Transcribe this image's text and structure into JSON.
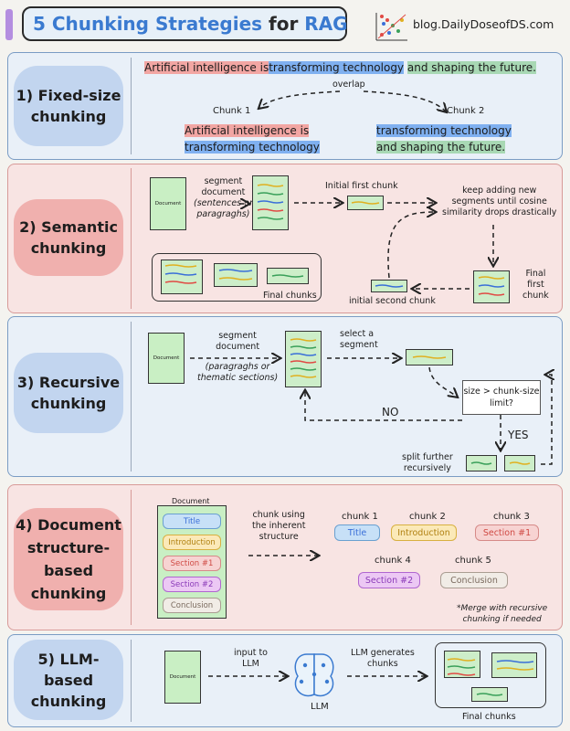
{
  "header": {
    "title_main": "5 Chunking Strategies",
    "title_for": "for",
    "title_rag": "RAG",
    "site": "blog.DailyDoseofDS.com"
  },
  "s1": {
    "pill": "1) Fixed-size chunking",
    "sent_a": "Artificial intelligence is",
    "sent_b": "transforming technology",
    "sent_c": "and shaping the future.",
    "overlap": "overlap",
    "c1": "Chunk 1",
    "c2": "Chunk 2",
    "c1_l1": "Artificial intelligence is",
    "c1_l2": "transforming technology",
    "c2_l1": "transforming technology",
    "c2_l2": "and shaping the future."
  },
  "s2": {
    "pill": "2) Semantic chunking",
    "doc": "Document",
    "seg1": "segment",
    "seg2": "document",
    "seg3": "(sentences or",
    "seg4": "paragraghs)",
    "initial": "Initial first chunk",
    "keep1": "keep adding new",
    "keep2": "segments until cosine",
    "keep3": "similarity drops drastically",
    "final1": "Final",
    "final2": "first",
    "final3": "chunk",
    "second": "initial second chunk",
    "finals": "Final chunks"
  },
  "s3": {
    "pill": "3) Recursive chunking",
    "doc": "Document",
    "seg1": "segment",
    "seg2": "document",
    "seg3": "(paragraghs or",
    "seg4": "thematic sections)",
    "sel1": "select a",
    "sel2": "segment",
    "cond1": "size > chunk-size",
    "cond2": "limit?",
    "no": "NO",
    "yes": "YES",
    "split1": "split further",
    "split2": "recursively"
  },
  "s4": {
    "pill": "4) Document structure-based chunking",
    "doc": "Document",
    "items": [
      "Title",
      "Introduction",
      "Section #1",
      "Section #2",
      "Conclusion"
    ],
    "using1": "chunk using",
    "using2": "the inherent",
    "using3": "structure",
    "c1": "chunk 1",
    "c2": "chunk 2",
    "c3": "chunk 3",
    "c4": "chunk 4",
    "c5": "chunk 5",
    "note1": "*Merge with recursive",
    "note2": "chunking if needed"
  },
  "s5": {
    "pill": "5) LLM-based chunking",
    "doc": "Document",
    "in1": "input to",
    "in2": "LLM",
    "llm": "LLM",
    "gen1": "LLM generates",
    "gen2": "chunks",
    "finals": "Final chunks"
  },
  "colors": {
    "red": "#e04a44",
    "blue": "#3a6fd8",
    "green": "#3aa05a",
    "yellow": "#e0b020",
    "purple": "#8a4ad0"
  }
}
